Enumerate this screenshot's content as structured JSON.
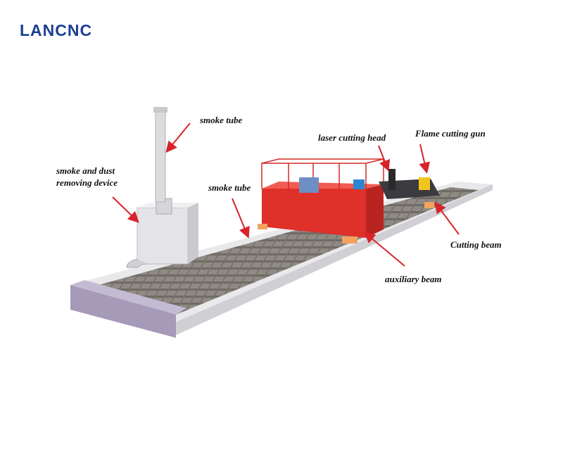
{
  "brand": {
    "logo_text": "LANCNC"
  },
  "labels": {
    "smoke_tube_top": "smoke tube",
    "smoke_dust_line1": "smoke and dust",
    "smoke_dust_line2": "removing device",
    "smoke_tube_mid": "smoke tube",
    "laser_head": "laser cutting head",
    "flame_gun": "Flame cutting gun",
    "cutting_beam": "Cutting beam",
    "auxiliary_beam": "auxiliary beam"
  },
  "colors": {
    "brand_blue": "#1c3f94",
    "accent_red": "#e02020",
    "machine_red": "#e0302a",
    "arrow_red": "#d8232a",
    "frame_gray": "#d8d8dc",
    "end_cap": "#a59ab8",
    "grate": "#8a8680"
  }
}
